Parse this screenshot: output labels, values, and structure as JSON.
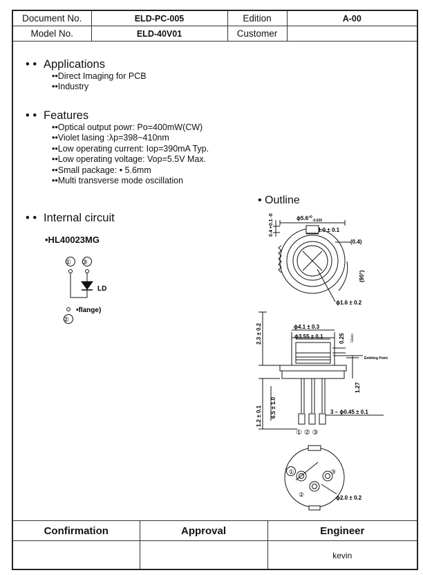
{
  "header": {
    "document_no_label": "Document No.",
    "document_no_value": "ELD-PC-005",
    "edition_label": "Edition",
    "edition_value": "A-00",
    "model_no_label": "Model No.",
    "model_no_value": "ELD-40V01",
    "customer_label": "Customer",
    "customer_value": ""
  },
  "applications": {
    "title": "Applications",
    "items": [
      "Direct Imaging for PCB",
      "Industry"
    ]
  },
  "features": {
    "title": "Features",
    "items": [
      "Optical output powr: Po=400mW(CW)",
      "Violet lasing :λp=398~410nm",
      "Low operating current: Iop=390mA Typ.",
      "Low operating voltage: Vop=5.5V Max.",
      "Small package: • 5.6mm",
      "Multi transverse mode oscillation"
    ]
  },
  "internal_circuit": {
    "title": "Internal circuit",
    "part_number": "•HL40023MG",
    "pin1": "①",
    "pin2": "②",
    "pin3": "③",
    "ld_label": "LD",
    "flange_label": "•flange)"
  },
  "outline": {
    "title": "Outline",
    "dim_diameter": "ϕ5.6",
    "dim_diameter_tol_plus": "+0",
    "dim_diameter_tol_minus": "-0.025",
    "dim_notch_width": "1.0 ± 0.1",
    "dim_notch_depth": "(0.4)",
    "dim_angle": "(90°)",
    "dim_top_offset": "0.4 +0.1 -0",
    "dim_window": "ϕ1.6 ± 0.2",
    "dim_cap_outer": "ϕ4.1 ± 0.3",
    "dim_cap_inner": "ϕ3.55 ± 0.1",
    "dim_glass": "0.25",
    "glass_label": "Glass",
    "dim_height": "2.3 ± 0.2",
    "emitting_point_label": "Emitting Point",
    "dim_flange": "1.27",
    "dim_flange_thk": "1.2 ± 0.1",
    "dim_lead_length": "6.5 ± 1.0",
    "dim_leads": "3 – ϕ0.45 ± 0.1",
    "pin_labels": "① ② ③",
    "dim_pin_circle": "ϕ2.0 ± 0.2",
    "bottom_pin1": "①",
    "bottom_pin2": "②",
    "bottom_pin3": "③"
  },
  "footer": {
    "confirmation_label": "Confirmation",
    "approval_label": "Approval",
    "engineer_label": "Engineer",
    "confirmation_value": "",
    "approval_value": "",
    "engineer_value": "kevin"
  }
}
